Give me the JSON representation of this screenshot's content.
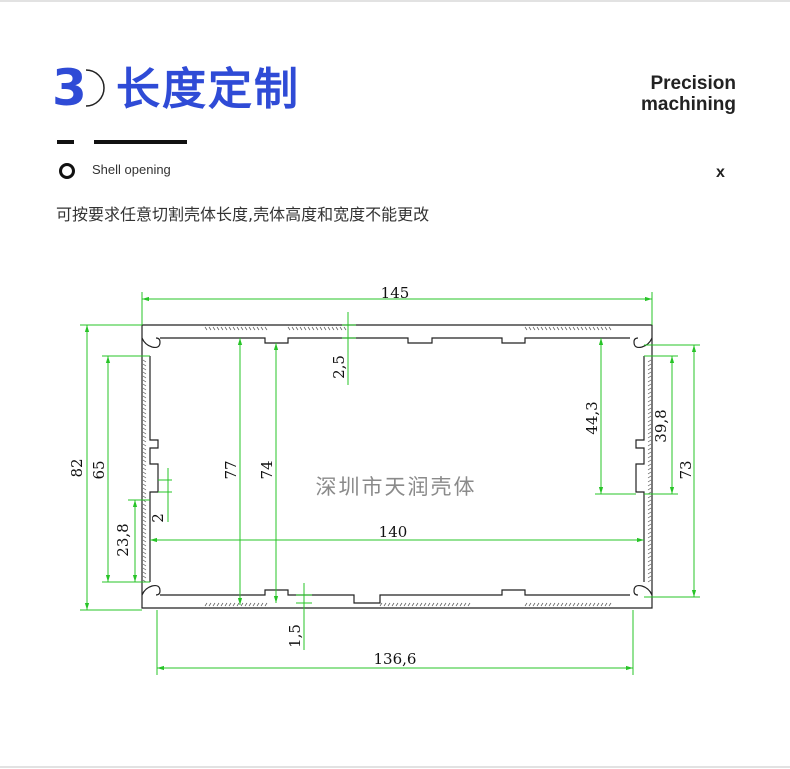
{
  "header": {
    "step_number": "3",
    "title": "长度定制",
    "subtitle_line1": "Precision",
    "subtitle_line2": "machining"
  },
  "feature": {
    "label": "Shell opening",
    "close_symbol": "x"
  },
  "description": "可按要求任意切割壳体长度,壳体高度和宽度不能更改",
  "drawing": {
    "watermark": "深圳市天润壳体",
    "dimensions": {
      "overall_width": "145",
      "overall_height": "82",
      "inner_height_65": "65",
      "inner_77": "77",
      "inner_74": "74",
      "top_thickness": "2,5",
      "bottom_thickness": "1,5",
      "slot_2": "2",
      "slot_23_8": "23,8",
      "inner_width_140": "140",
      "bottom_width": "136,6",
      "right_44_3": "44,3",
      "right_39_8": "39,8",
      "right_73": "73"
    }
  },
  "colors": {
    "accent_blue": "#2f4bd6",
    "dimension_green": "#27c427",
    "profile_line": "#222222"
  }
}
